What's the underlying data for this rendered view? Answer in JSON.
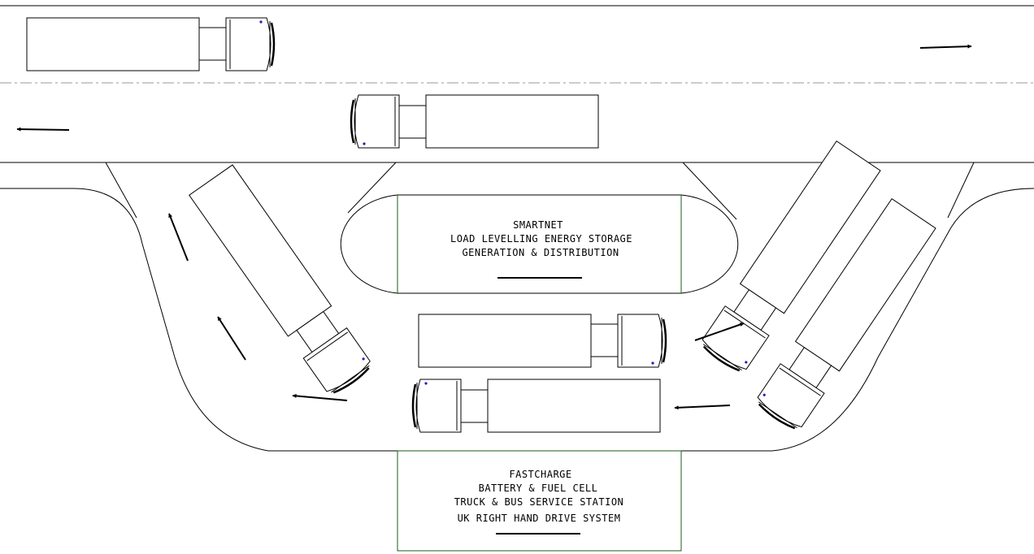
{
  "smartnet": {
    "line1": "SMARTNET",
    "line2": "LOAD LEVELLING ENERGY STORAGE",
    "line3": "GENERATION & DISTRIBUTION"
  },
  "fastcharge": {
    "line1": "FASTCHARGE",
    "line2": "BATTERY & FUEL CELL",
    "line3": "TRUCK & BUS SERVICE STATION",
    "line4": "UK RIGHT HAND DRIVE SYSTEM"
  },
  "colors": {
    "line": "#000000",
    "building": "#1a5e1a",
    "marker": "#1f1fbf",
    "background": "#ffffff"
  }
}
